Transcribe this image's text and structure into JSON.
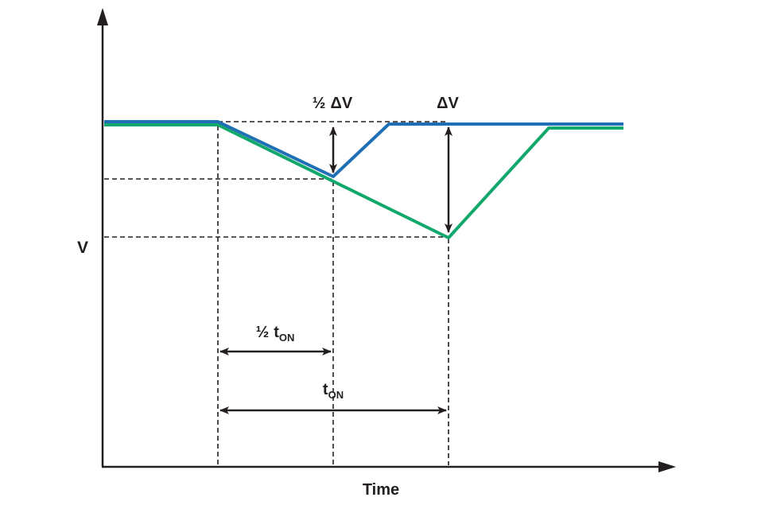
{
  "labels": {
    "y_axis": "V",
    "x_axis": "Time",
    "half_dv_prefix": "½",
    "dv": "ΔV",
    "half_ton_prefix": "½",
    "t_main": "t",
    "t_sub": "ON"
  },
  "colors": {
    "blue_trace": "#1f6fb5",
    "green_trace": "#12a86b",
    "ink": "#231f20"
  }
}
